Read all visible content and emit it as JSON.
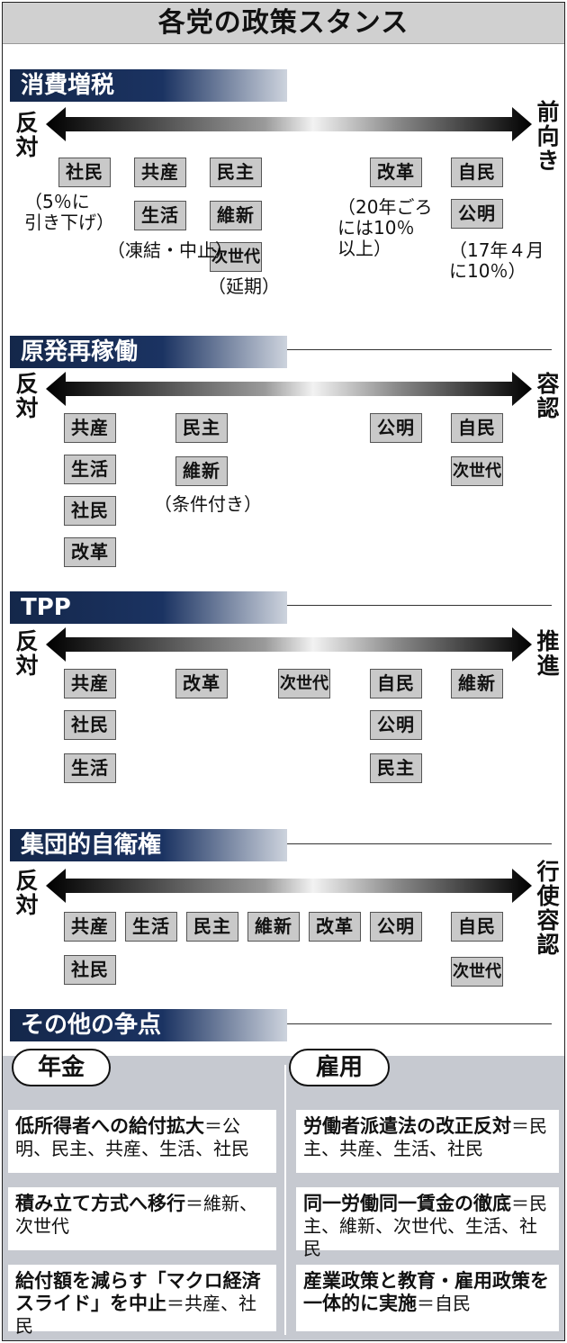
{
  "title": "各党の政策スタンス",
  "sections": [
    {
      "heading": "消費増税",
      "left_label": "反対",
      "right_label": "前向き",
      "notes": [
        "（5％に\n引き下げ）",
        "（凍結・中止）",
        "（延期）",
        "（20年ごろ\nには10％\n以上）",
        "（17年４月\nに10％）"
      ]
    },
    {
      "heading": "原発再稼働",
      "left_label": "反対",
      "right_label": "容認",
      "notes": [
        "（条件付き）"
      ]
    },
    {
      "heading": "TPP",
      "left_label": "反対",
      "right_label": "推進"
    },
    {
      "heading": "集団的自衛権",
      "left_label": "反対",
      "right_label": "行使容認"
    },
    {
      "heading": "その他の争点"
    }
  ],
  "parties": {
    "shamin": "社民",
    "kyosan": "共産",
    "minshu": "民主",
    "kaikaku": "改革",
    "jimin": "自民",
    "seikatsu": "生活",
    "ishin": "維新",
    "komei": "公明",
    "jisedai": "次世代"
  },
  "pension": {
    "label": "年金",
    "items": [
      {
        "title": "低所得者への給付拡大",
        "sep": "＝",
        "parties": "公明、民主、共産、生活、社民"
      },
      {
        "title": "積み立て方式へ移行",
        "sep": "＝",
        "parties": "維新、次世代"
      },
      {
        "title": "給付額を減らす「マクロ経済スライド」を中止",
        "sep": "＝",
        "parties": "共産、社民"
      }
    ]
  },
  "employment": {
    "label": "雇用",
    "items": [
      {
        "title": "労働者派遣法の改正反対",
        "sep": "＝",
        "parties": "民主、共産、生活、社民"
      },
      {
        "title": "同一労働同一賃金の徹底",
        "sep": "＝",
        "parties": "民主、維新、次世代、生活、社民"
      },
      {
        "title": "産業政策と教育・雇用政策を一体的に実施",
        "sep": "＝",
        "parties": "自民"
      }
    ]
  },
  "colors": {
    "heading_dark": "#14274a",
    "party_box": "#c9c9c9",
    "lower_bg": "#c6c9d0",
    "title_bg": "#d0d0d0"
  }
}
